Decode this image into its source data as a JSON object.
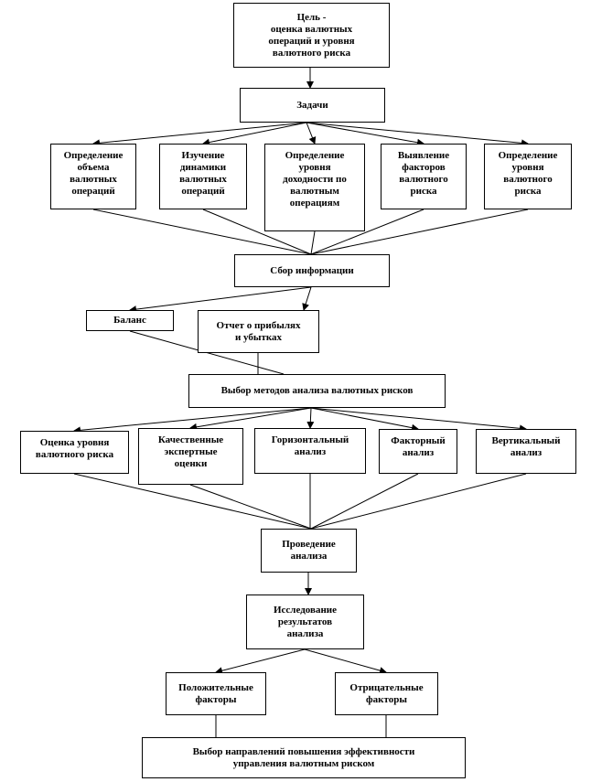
{
  "diagram": {
    "goal": "Цель -\nоценка валютных\nопераций и уровня\nвалютного риска",
    "tasks": "Задачи",
    "task_items": [
      "Определение\nобъема\nвалютных\nопераций",
      "Изучение\nдинамики\nвалютных\nопераций",
      "Определение\nуровня\nдоходности по\nвалютным\nоперациям",
      "Выявление\nфакторов\nвалютного\nриска",
      "Определение\nуровня\nвалютного\nриска"
    ],
    "info": "Сбор информации",
    "sources": [
      "Баланс",
      "Отчет о прибылях\nи убытках"
    ],
    "method": "Выбор методов анализа валютных рисков",
    "methods": [
      "Оценка уровня\nвалютного риска",
      "Качественные\nэкспертные\nоценки",
      "Горизонтальный\nанализ",
      "Факторный\nанализ",
      "Вертикальный\nанализ"
    ],
    "analysis": "Проведение\nанализа",
    "research": "Исследование\nрезультатов\nанализа",
    "factors": [
      "Положительные\nфакторы",
      "Отрицательные\nфакторы"
    ],
    "final": "Выбор направлений повышения эффективности\nуправления валютным риском"
  }
}
